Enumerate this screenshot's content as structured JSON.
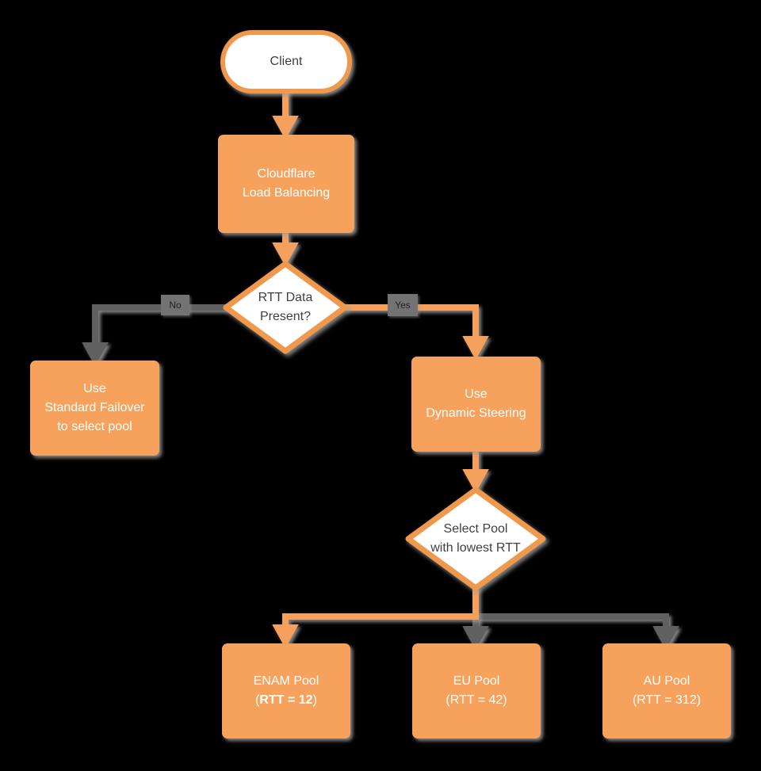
{
  "diagram": {
    "title": "Cloudflare Load Balancing RTT flowchart",
    "background_color": "#000000",
    "colors": {
      "shape_orange_fill": "#F7A25C",
      "shape_orange_border": "#F0984C",
      "connector_orange": "#F5A05C",
      "connector_gray": "#616161",
      "shadow_gray": "#9E9E9E",
      "text_on_orange": "#FFFFFF",
      "text_dark": "#3F3F3F",
      "edge_label_bg": "#737373",
      "edge_label_text": "#222222"
    },
    "nodes": {
      "client": {
        "label": "Client"
      },
      "cloudflare_lb": {
        "lines": [
          "Cloudflare",
          "Load Balancing"
        ]
      },
      "rtt_decision": {
        "lines": [
          "RTT Data",
          "Present?"
        ]
      },
      "standard_failover": {
        "lines": [
          "Use",
          "Standard Failover",
          "to select pool"
        ]
      },
      "dynamic_steering": {
        "lines": [
          "Use",
          "Dynamic Steering"
        ]
      },
      "select_pool": {
        "lines": [
          "Select Pool",
          "with lowest RTT"
        ]
      },
      "enam_pool": {
        "line1": "ENAM Pool",
        "line2_prefix": "(",
        "line2_bold": "RTT = 12",
        "line2_suffix": ")"
      },
      "eu_pool": {
        "lines": [
          "EU Pool",
          "(RTT = 42)"
        ]
      },
      "au_pool": {
        "lines": [
          "AU Pool",
          "(RTT = 312)"
        ]
      }
    },
    "edge_labels": {
      "no": "No",
      "yes": "Yes"
    }
  }
}
